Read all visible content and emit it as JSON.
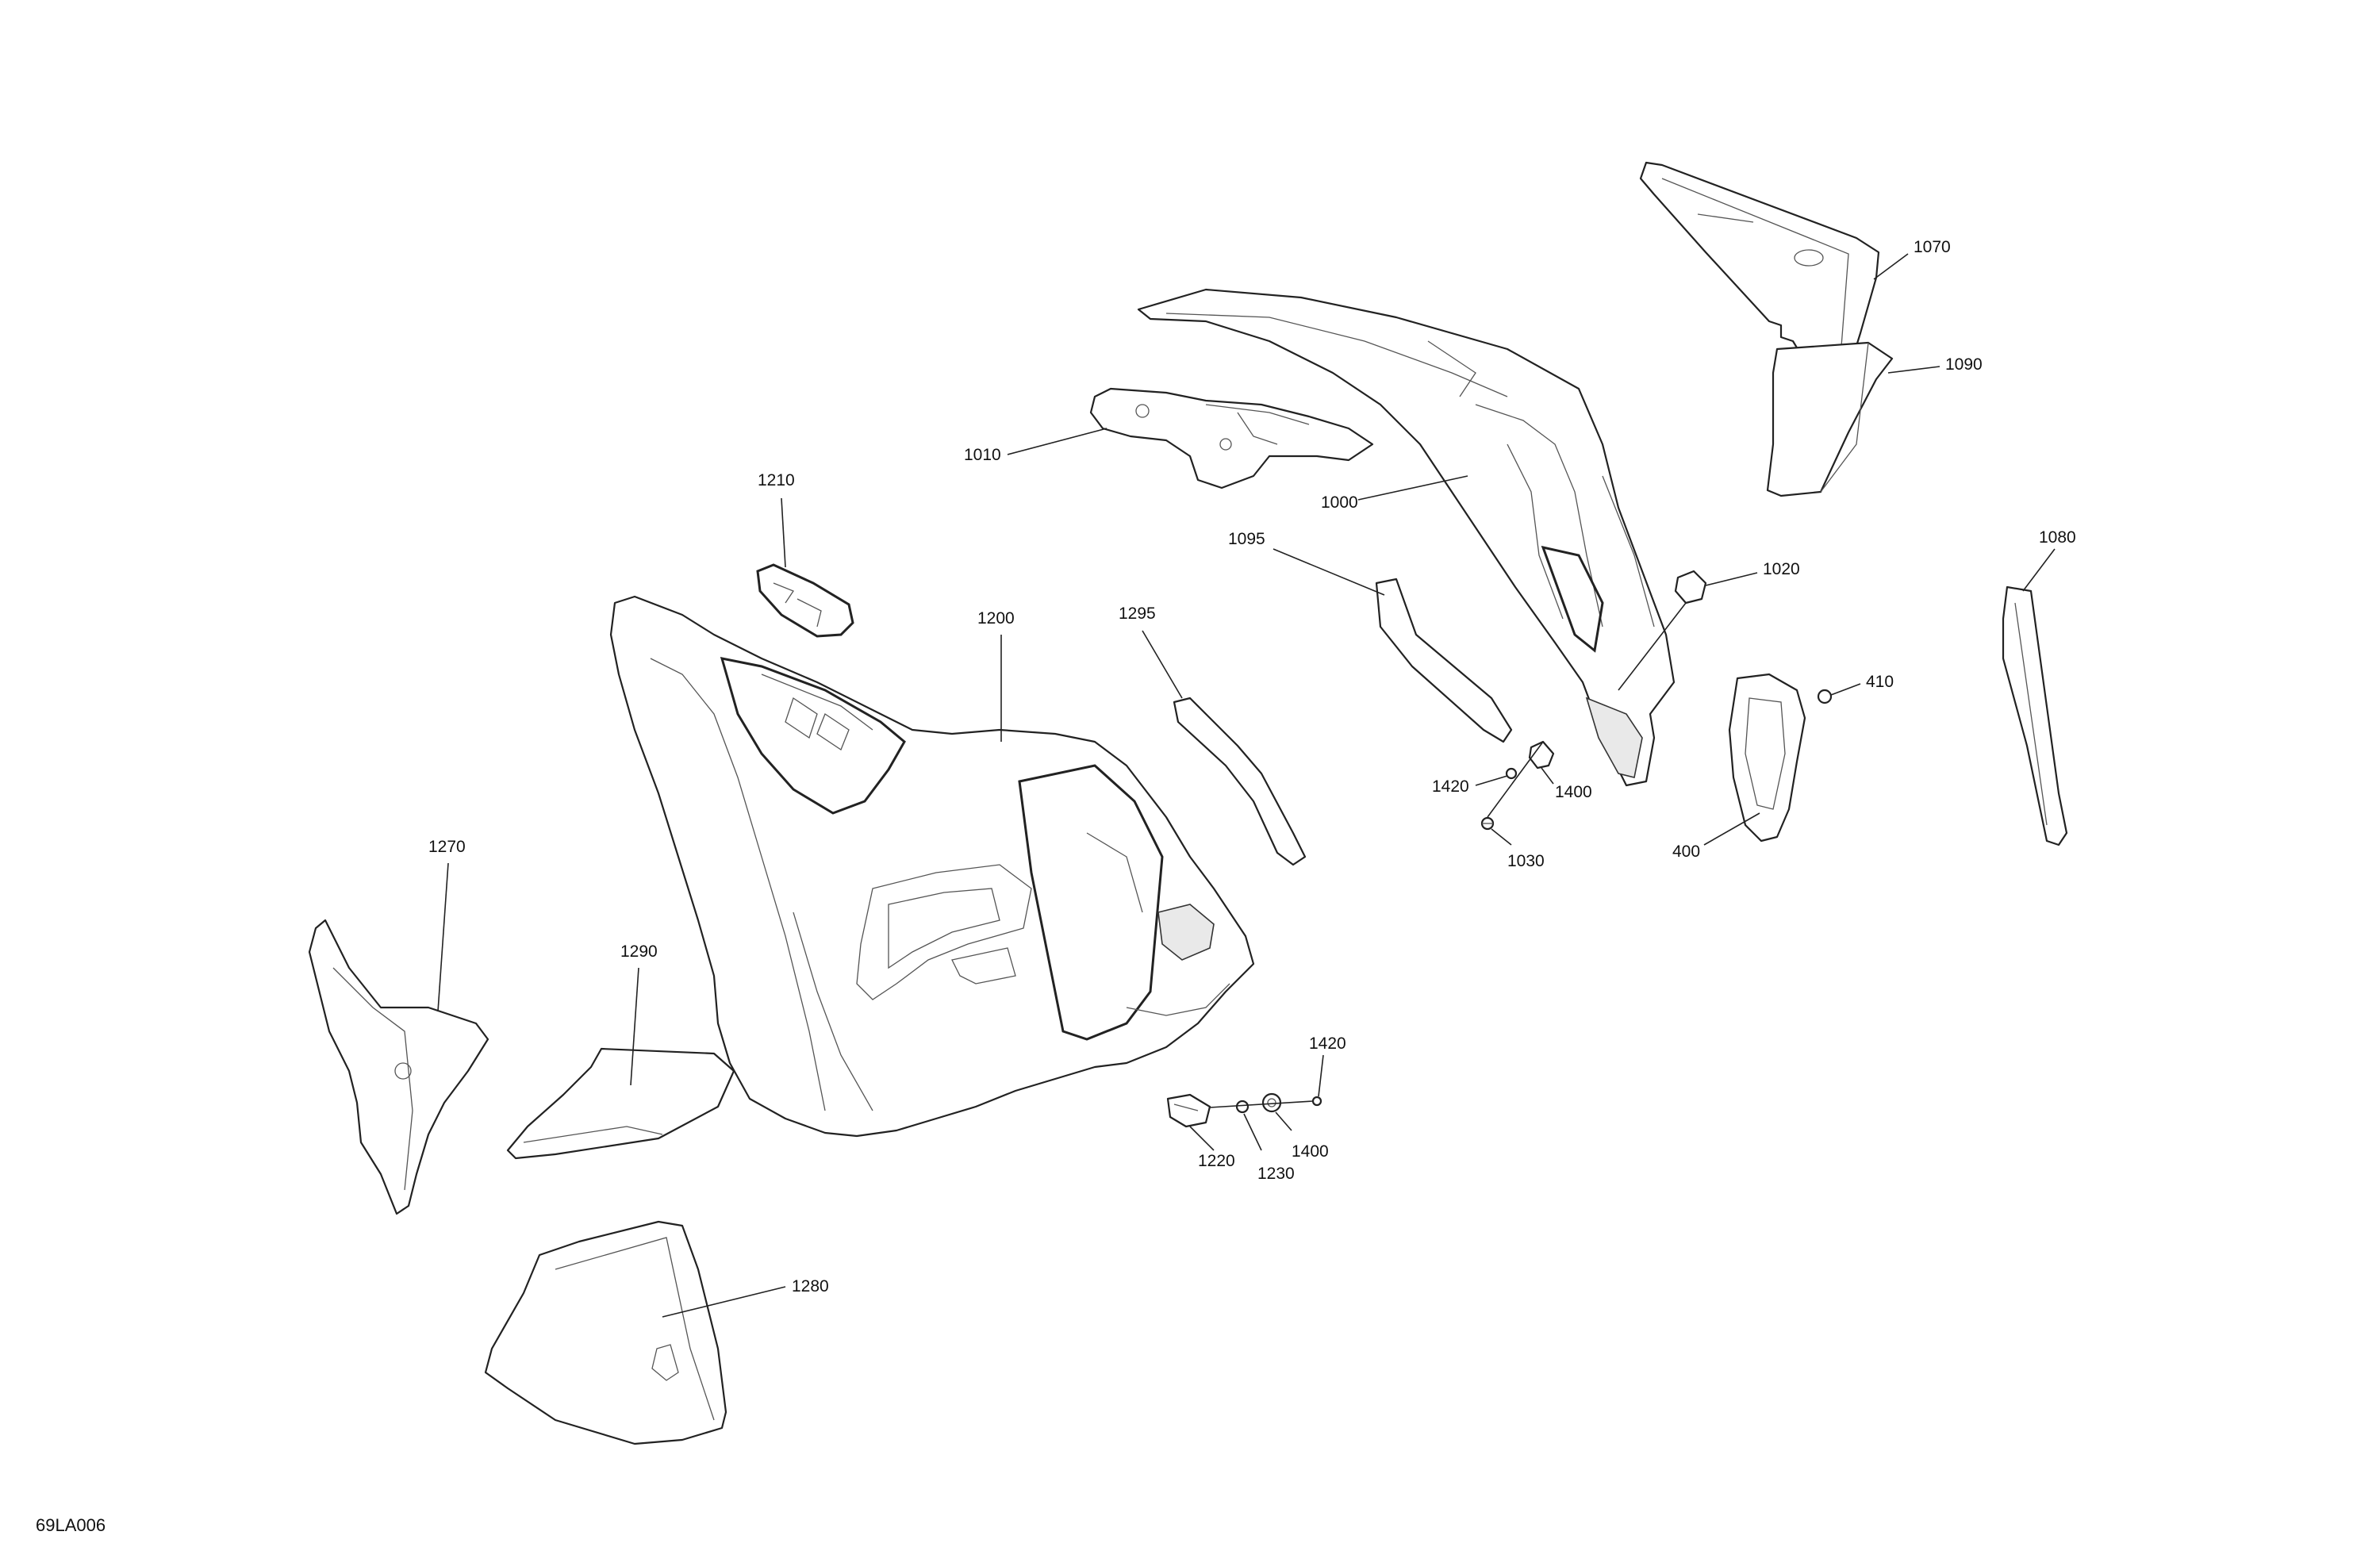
{
  "figure_id": "69LA006",
  "callouts": {
    "c1000": "1000",
    "c1010": "1010",
    "c1020": "1020",
    "c1030": "1030",
    "c1070": "1070",
    "c1080": "1080",
    "c1090": "1090",
    "c1095": "1095",
    "c1200": "1200",
    "c1210": "1210",
    "c1220": "1220",
    "c1230": "1230",
    "c1270": "1270",
    "c1280": "1280",
    "c1290": "1290",
    "c1295": "1295",
    "c1400a": "1400",
    "c1400b": "1400",
    "c1420a": "1420",
    "c1420b": "1420",
    "c400": "400",
    "c410": "410"
  }
}
